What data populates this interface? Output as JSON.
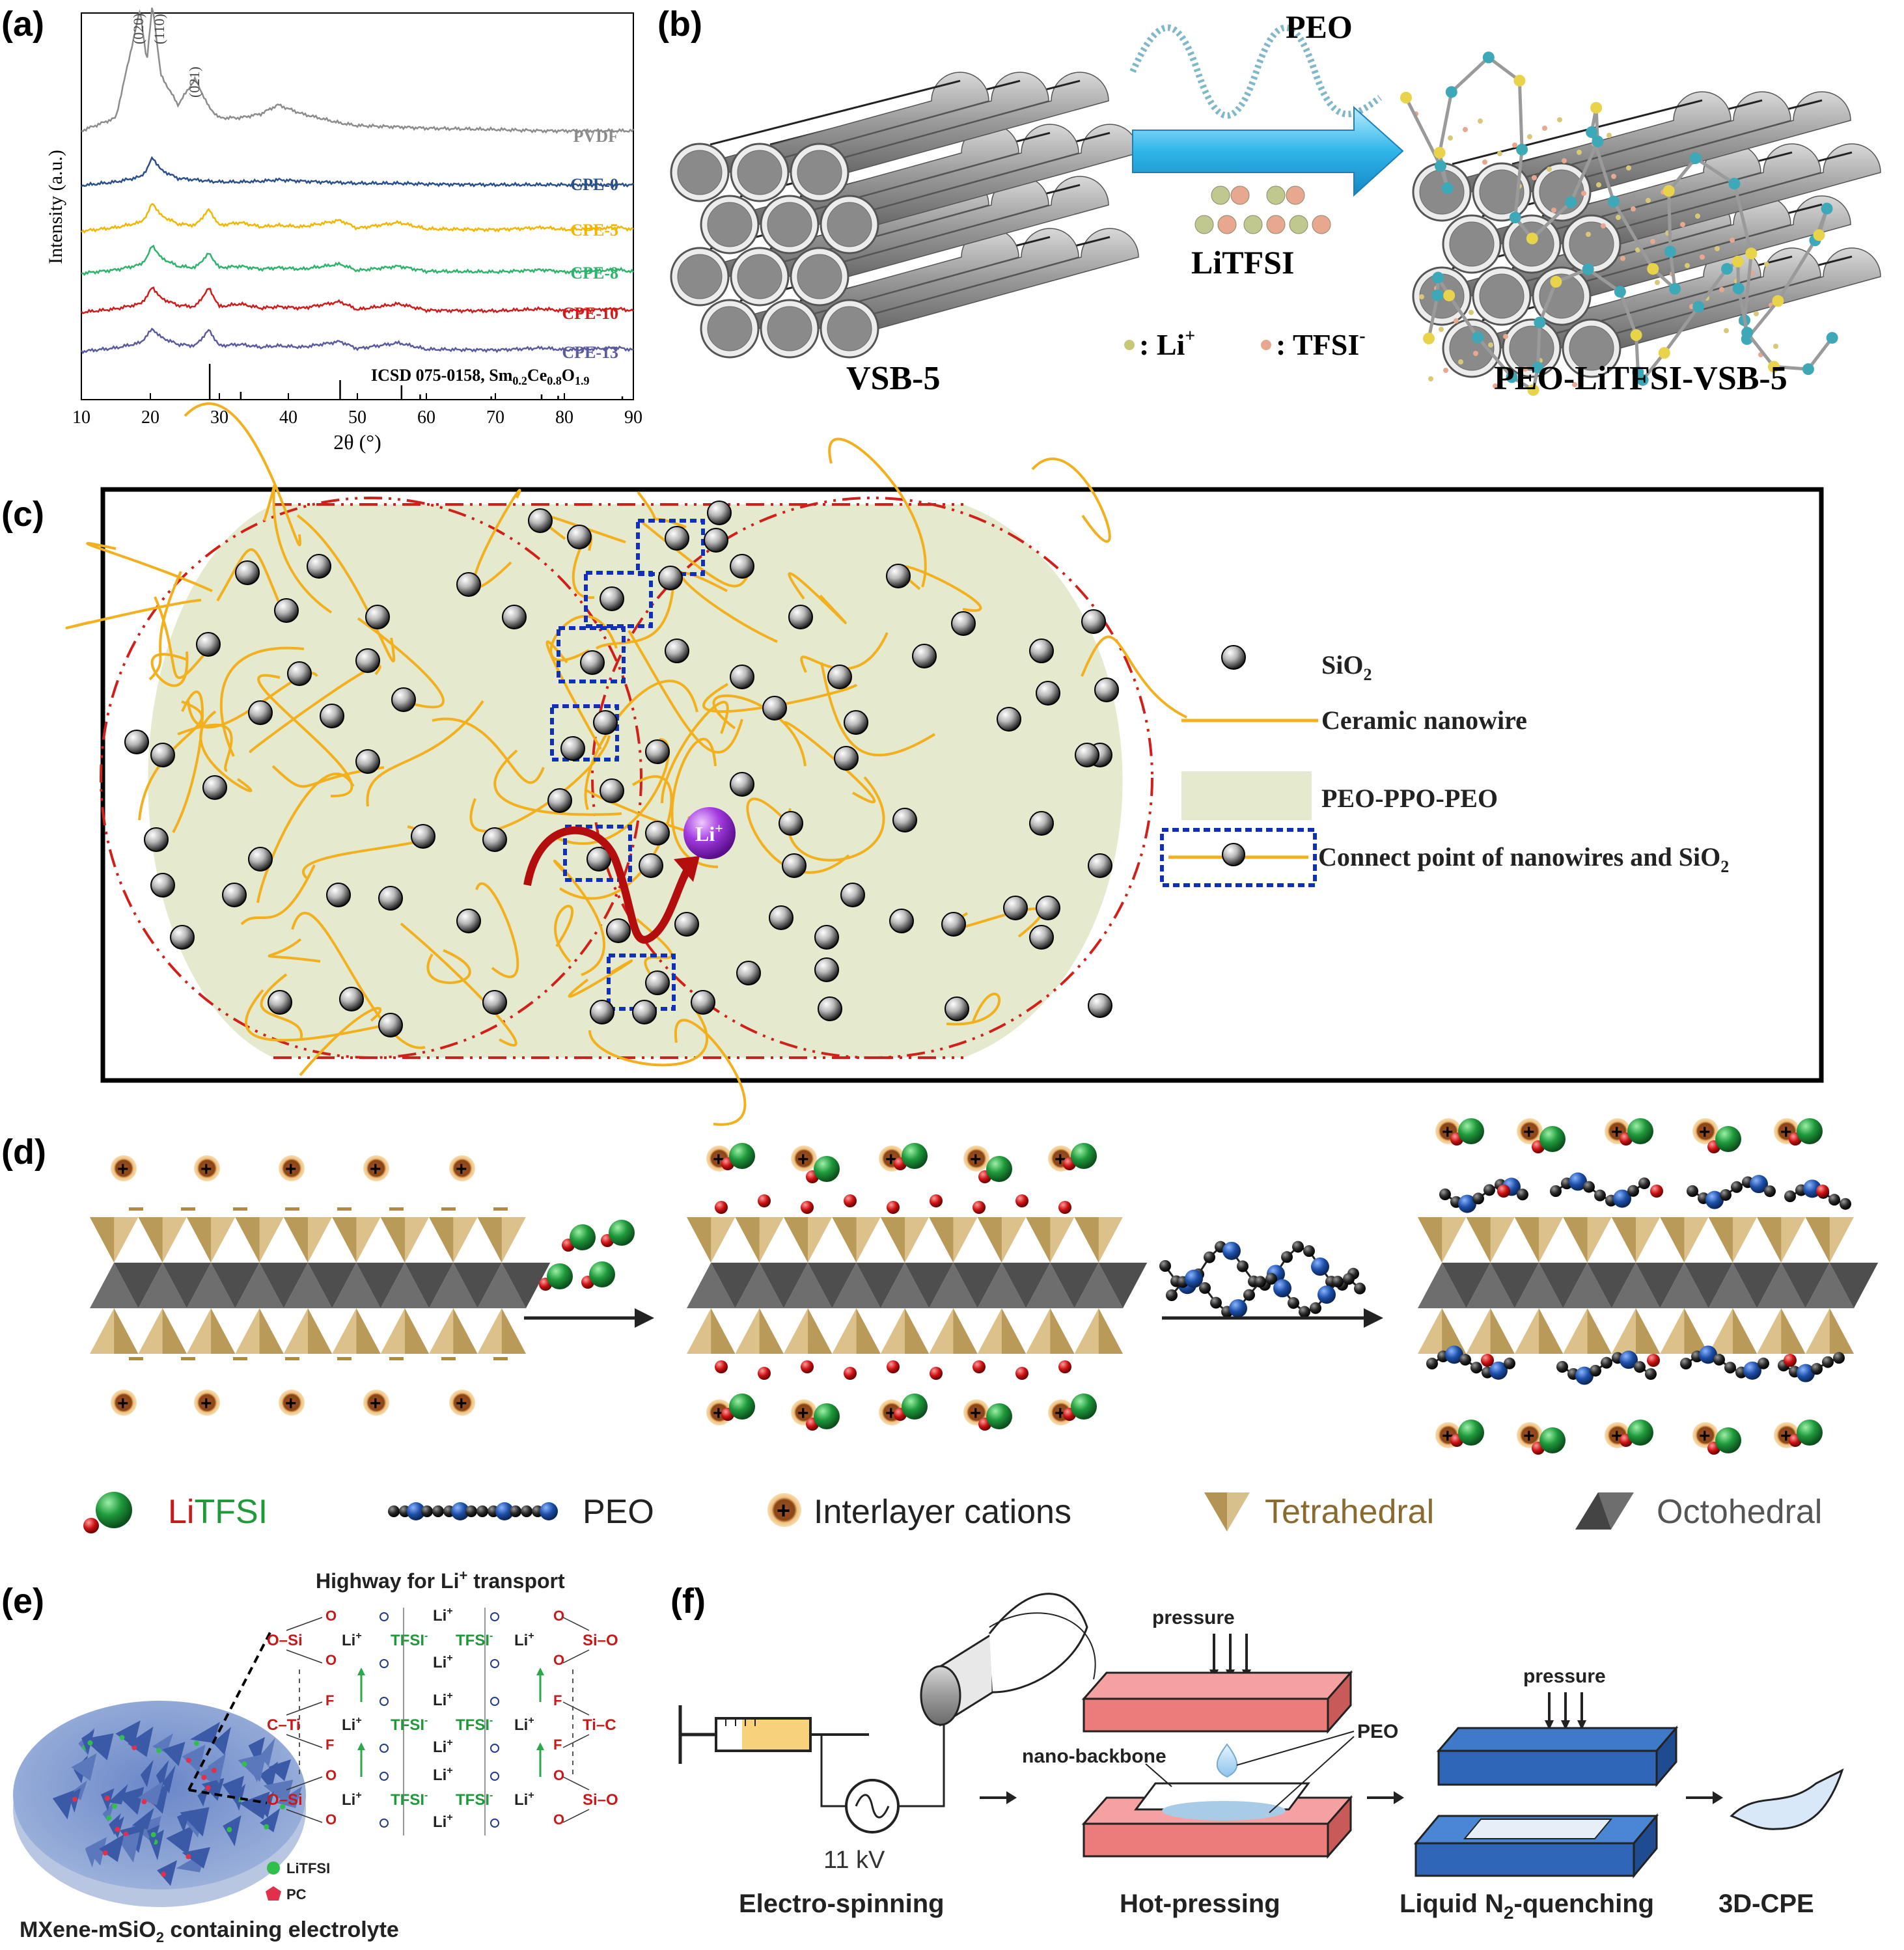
{
  "panel_labels": {
    "a": "(a)",
    "b": "(b)",
    "c": "(c)",
    "d": "(d)",
    "e": "(e)",
    "f": "(f)"
  },
  "panel_a": {
    "ylabel": "Intensity (a.u.)",
    "xlabel": "2θ (°)",
    "xticks": [
      "10",
      "20",
      "30",
      "40",
      "50",
      "60",
      "70",
      "80",
      "90"
    ],
    "peak_labels": [
      "(020)",
      "(110)",
      "(021)"
    ],
    "reference_label": "ICSD 075-0158, Sm",
    "reference_sub1": "0.2",
    "reference_mid": "Ce",
    "reference_sub2": "0.8",
    "reference_o": "O",
    "reference_sub3": "1.9",
    "colors": {
      "PVDF": "#8c8c8c",
      "CPE-0": "#2a4f8c",
      "CPE-5": "#f2b600",
      "CPE-8": "#2db36b",
      "CPE-10": "#d11a1a",
      "CPE-13": "#5a5aa0"
    }
  },
  "chart_data": {
    "type": "line",
    "xlabel": "2θ (°)",
    "ylabel": "Intensity (a.u.)",
    "xlim": [
      10,
      90
    ],
    "x": [
      10,
      15,
      18.5,
      19.5,
      20.3,
      21.5,
      24,
      26.5,
      28.5,
      30,
      33,
      36,
      38.5,
      42,
      47.5,
      50,
      56,
      60,
      70,
      77,
      80,
      88,
      90
    ],
    "series": [
      {
        "name": "PVDF",
        "values": [
          0.02,
          0.12,
          0.95,
          0.55,
          1.0,
          0.45,
          0.22,
          0.42,
          0.2,
          0.12,
          0.12,
          0.15,
          0.22,
          0.15,
          0.08,
          0.06,
          0.05,
          0.04,
          0.03,
          0.02,
          0.02,
          0.02,
          0.02
        ]
      },
      {
        "name": "CPE-0",
        "values": [
          0.0,
          0.05,
          0.12,
          0.22,
          0.4,
          0.22,
          0.1,
          0.08,
          0.06,
          0.05,
          0.05,
          0.06,
          0.08,
          0.06,
          0.04,
          0.03,
          0.03,
          0.02,
          0.01,
          0.01,
          0.01,
          0.01,
          0.01
        ]
      },
      {
        "name": "CPE-5",
        "values": [
          0.0,
          0.05,
          0.12,
          0.22,
          0.4,
          0.22,
          0.1,
          0.08,
          0.3,
          0.08,
          0.12,
          0.06,
          0.08,
          0.06,
          0.15,
          0.04,
          0.12,
          0.03,
          0.02,
          0.05,
          0.02,
          0.05,
          0.02
        ]
      },
      {
        "name": "CPE-8",
        "values": [
          0.0,
          0.05,
          0.12,
          0.22,
          0.4,
          0.22,
          0.1,
          0.08,
          0.28,
          0.08,
          0.1,
          0.06,
          0.08,
          0.06,
          0.13,
          0.04,
          0.1,
          0.03,
          0.02,
          0.05,
          0.02,
          0.05,
          0.02
        ]
      },
      {
        "name": "CPE-10",
        "values": [
          0.0,
          0.05,
          0.12,
          0.22,
          0.36,
          0.2,
          0.1,
          0.08,
          0.34,
          0.08,
          0.12,
          0.06,
          0.08,
          0.06,
          0.15,
          0.04,
          0.12,
          0.03,
          0.02,
          0.05,
          0.02,
          0.05,
          0.02
        ]
      },
      {
        "name": "CPE-13",
        "values": [
          0.0,
          0.05,
          0.12,
          0.22,
          0.32,
          0.2,
          0.1,
          0.08,
          0.3,
          0.08,
          0.1,
          0.06,
          0.08,
          0.06,
          0.14,
          0.04,
          0.12,
          0.03,
          0.02,
          0.05,
          0.02,
          0.05,
          0.02
        ]
      }
    ],
    "reference_sticks": [
      28.6,
      33.1,
      47.5,
      56.4,
      59.1,
      69.4,
      76.7,
      79.1,
      88.4
    ]
  },
  "panel_b": {
    "peo": "PEO",
    "litfsi": "LiTFSI",
    "li_legend": ": Li",
    "li_sup": "+",
    "tfsi_legend": ": TFSI",
    "tfsi_sup": "-",
    "vsb": "VSB-5",
    "product": "PEO-LiTFSI-VSB-5"
  },
  "panel_c": {
    "li": "Li",
    "li_sup": "+",
    "legend_sio2": "SiO",
    "legend_sio2_sub": "2",
    "legend_nanowire": "Ceramic nanowire",
    "legend_matrix": "PEO-PPO-PEO",
    "legend_connect": "Connect point of nanowires and SiO",
    "legend_connect_sub": "2"
  },
  "panel_d": {
    "legend_li": "Li",
    "legend_tfsi": "TFSI",
    "legend_peo": "PEO",
    "legend_cations": "Interlayer cations",
    "legend_tetra": "Tetrahedral",
    "legend_octa": "Octohedral"
  },
  "panel_e": {
    "title": "Highway for Li",
    "title_sup": "+",
    "title_end": " transport",
    "legend_litfsi": "LiTFSI",
    "legend_pc": "PC",
    "caption": "MXene-mSiO",
    "caption_sub": "2",
    "caption_end": " containing electrolyte",
    "li": "Li",
    "li_sup": "+",
    "tfsi": "TFSI",
    "tfsi_sup": "-",
    "si": "Si",
    "ti": "Ti",
    "c": "C",
    "o": "O",
    "f": "F"
  },
  "panel_f": {
    "voltage": "11 kV",
    "pressure": "pressure",
    "nano_backbone": "nano-backbone",
    "peo": "PEO",
    "step1": "Electro-spinning",
    "step2": "Hot-pressing",
    "step3": "Liquid N",
    "step3_sub": "2",
    "step3_end": "-quenching",
    "step4": "3D-CPE"
  }
}
